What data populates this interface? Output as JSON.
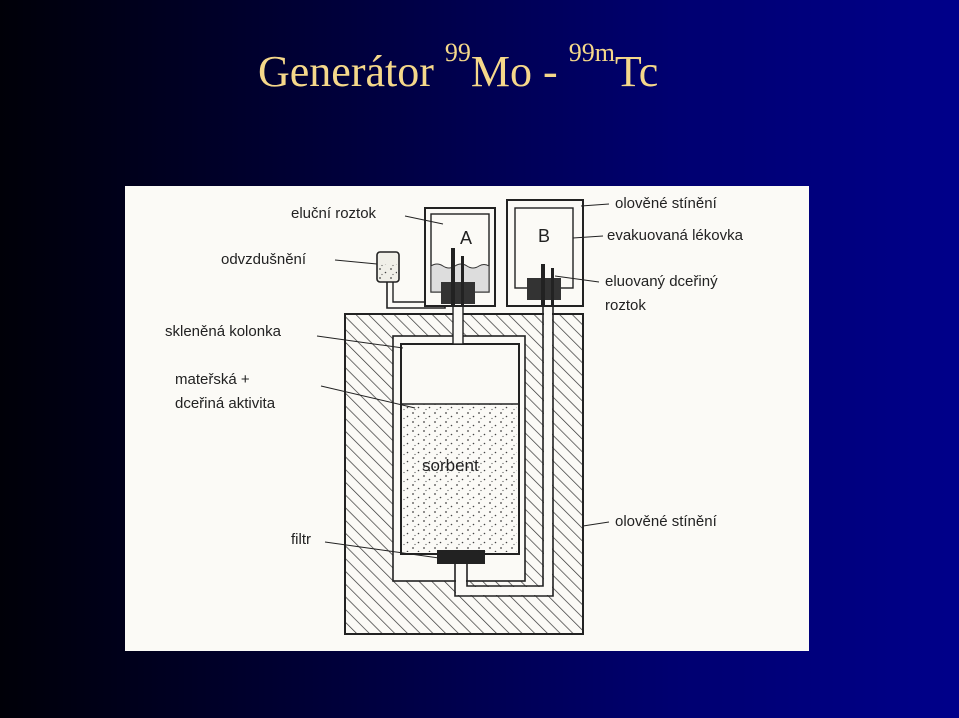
{
  "slide": {
    "title_main": "Generátor ",
    "sup1": "99",
    "title_mid": "Mo - ",
    "sup2": "99m",
    "title_end": "Tc"
  },
  "diagram": {
    "labels": {
      "elucni_roztok": "eluční roztok",
      "odvzdusneni": "odvzdušnění",
      "sklenena_kolonka": "skleněná kolonka",
      "materska_1": "mateřská +",
      "materska_2": "dceřiná aktivita",
      "filtr": "filtr",
      "olovene_stineni_top": "olověné stínění",
      "evakuovana_lekovka": "evakuovaná lékovka",
      "eluovany_1": "eluovaný dceřiný",
      "eluovany_2": "roztok",
      "olovene_stineni_bottom": "olověné stínění",
      "vial_a": "A",
      "vial_b": "B",
      "sorbent": "sorbent"
    }
  }
}
